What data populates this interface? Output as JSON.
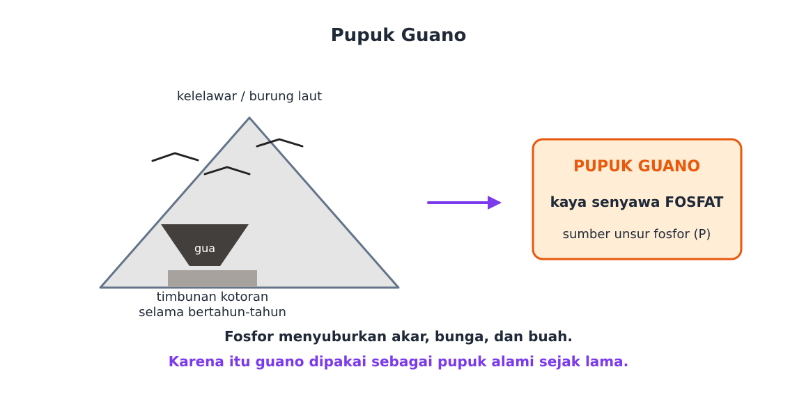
{
  "title": "Pupuk Guano",
  "scene": {
    "birds_label": "kelelawar / burung laut",
    "cave_label": "gua",
    "pile_label_line1": "timbunan kotoran",
    "pile_label_line2": "selama bertahun-tahun"
  },
  "result_box": {
    "heading": "PUPUK GUANO",
    "line1": "kaya senyawa FOSFAT",
    "line2": "sumber unsur fosfor (P)"
  },
  "footer": {
    "line1": "Fosfor menyuburkan akar, bunga, dan buah.",
    "line2": "Karena itu guano dipakai sebagai pupuk alami sejak lama."
  },
  "colors": {
    "text_dark": "#1f2937",
    "mountain_fill": "#e5e5e5",
    "mountain_stroke": "#64748b",
    "cave_fill": "#433f3c",
    "guano_pile": "#a8a29e",
    "arrow": "#7c3aed",
    "box_fill": "#ffedd5",
    "box_stroke": "#ea580c",
    "box_heading": "#ea580c",
    "footer_accent": "#7c3aed"
  },
  "icons": {
    "birds": "bird-silhouette-icon",
    "arrow": "right-arrow-icon"
  }
}
